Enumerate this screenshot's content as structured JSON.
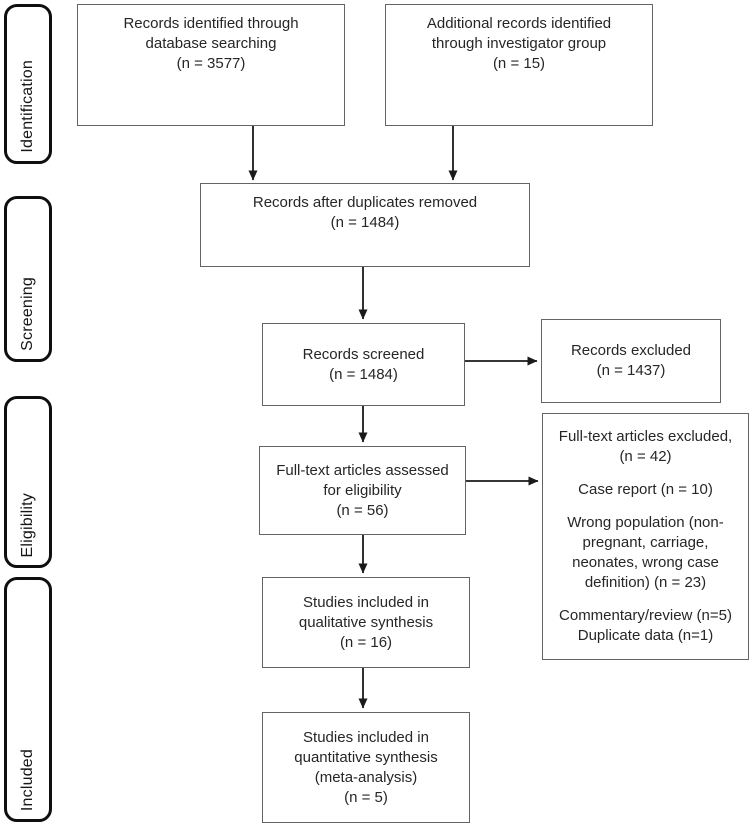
{
  "colors": {
    "flow_box_border": "#646464",
    "stage_box_border": "#0f0f0f",
    "arrow": "#1a1a1a",
    "text": "#262626",
    "background": "#ffffff"
  },
  "stages": [
    {
      "label": "Identification"
    },
    {
      "label": "Screening"
    },
    {
      "label": "Eligibility"
    },
    {
      "label": "Included"
    }
  ],
  "boxes": {
    "records_identified": "Records identified through\ndatabase searching\n(n = 3577)",
    "additional_records": "Additional records identified\nthrough investigator group\n(n = 15)",
    "duplicates_removed": "Records after duplicates removed\n(n = 1484)",
    "records_screened": "Records screened\n(n = 1484)",
    "records_excluded": "Records excluded\n(n = 1437)",
    "fulltext_assessed": "Full-text articles assessed\nfor eligibility\n(n = 56)",
    "fulltext_excluded": {
      "paragraphs": [
        "Full-text articles excluded,\n(n = 42)",
        "Case report (n = 10)",
        "Wrong population (non-\npregnant, carriage,\nneonates, wrong case\ndefinition) (n = 23)",
        "Commentary/review (n=5)\nDuplicate data (n=1)"
      ]
    },
    "qualitative_synthesis": "Studies included in\nqualitative synthesis\n(n = 16)",
    "quantitative_synthesis": "Studies included in\nquantitative synthesis\n(meta-analysis)\n(n = 5)"
  }
}
